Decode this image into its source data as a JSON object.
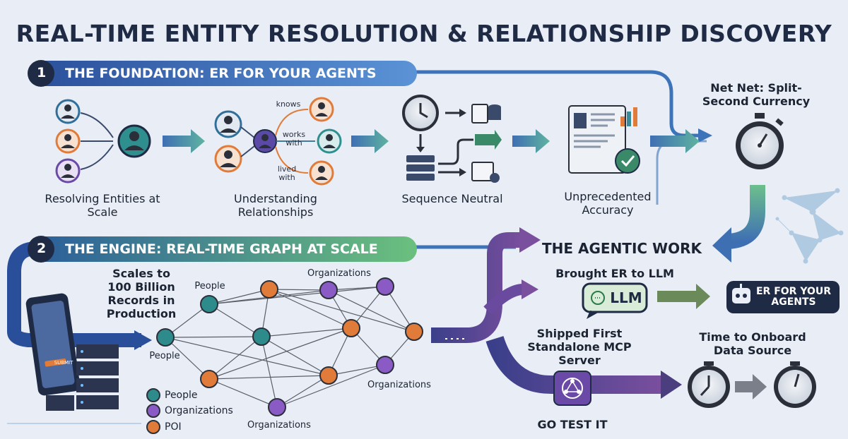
{
  "title": "REAL-TIME ENTITY RESOLUTION & RELATIONSHIP DISCOVERY",
  "section1": {
    "number": "1",
    "heading": "THE FOUNDATION: ER FOR YOUR AGENTS",
    "steps": [
      "Resolving Entities at Scale",
      "Understanding Relationships",
      "Sequence Neutral",
      "Unprecedented Accuracy"
    ],
    "edge_labels": [
      "knows",
      "works with",
      "lived with"
    ],
    "net_label": "Net Net: Split-Second Currency"
  },
  "section2": {
    "number": "2",
    "heading": "THE ENGINE: REAL-TIME GRAPH AT SCALE",
    "scale_text": "Scales to 100 Billion Records in Production",
    "phone_button": "SUBMIT",
    "graph_labels": [
      "People",
      "Organizations",
      "People",
      "Organizations",
      "Organizations"
    ],
    "legend": [
      {
        "label": "People",
        "color": "#2e8b8b"
      },
      {
        "label": "Organizations",
        "color": "#8a5bc4"
      },
      {
        "label": "POI",
        "color": "#e07b39"
      }
    ]
  },
  "agentic": {
    "heading": "THE AGENTIC WORK",
    "item1": "Brought ER to LLM",
    "llm": "LLM",
    "er_box": "ER FOR YOUR AGENTS",
    "item2": "Shipped First Standalone MCP Server",
    "go": "GO TEST IT",
    "onboard": "Time to Onboard Data Source"
  },
  "colors": {
    "banner1": "#3d73b8",
    "banner2": "#3e8f84",
    "people": "#2e8b8b",
    "org": "#8a5bc4",
    "poi": "#e07b39",
    "dark": "#2a2f45"
  }
}
